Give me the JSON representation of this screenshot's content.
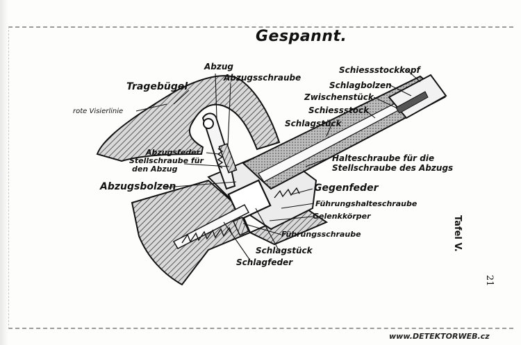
{
  "title": "Gespannt.",
  "labels": {
    "tragebuegel": "Tragebügel",
    "rote_visierlinie": "rote Visierlinie",
    "abzug": "Abzug",
    "abzugsschraube": "Abzugsschraube",
    "abzugsfeder": "Abzugsfeder",
    "stellschraube_1": "Stellschraube für",
    "stellschraube_2": "den Abzug",
    "abzugsbolzen": "Abzugsbolzen",
    "schiessstockkopf": "Schiessstockkopf",
    "schlagbolzen": "Schlagbolzen",
    "zwischenstueck": "Zwischenstück",
    "schiessstock": "Schiessstock",
    "schlagstueck_top": "Schlagstück",
    "halteschraube_1": "Halteschraube für die",
    "halteschraube_2": "Stellschraube des Abzugs",
    "gegenfeder": "Gegenfeder",
    "fuehrungshalteschraube": "Führungshalteschraube",
    "gelenkkoerper": "Gelenkkörper",
    "fuehrungsschraube": "Führungsschraube",
    "schlagstueck_bottom": "Schlagstück",
    "schlagfeder": "Schlagfeder"
  },
  "tafel": "Tafel V.",
  "page_number": "21",
  "watermark": "www.DETEKTORWEB.cz"
}
